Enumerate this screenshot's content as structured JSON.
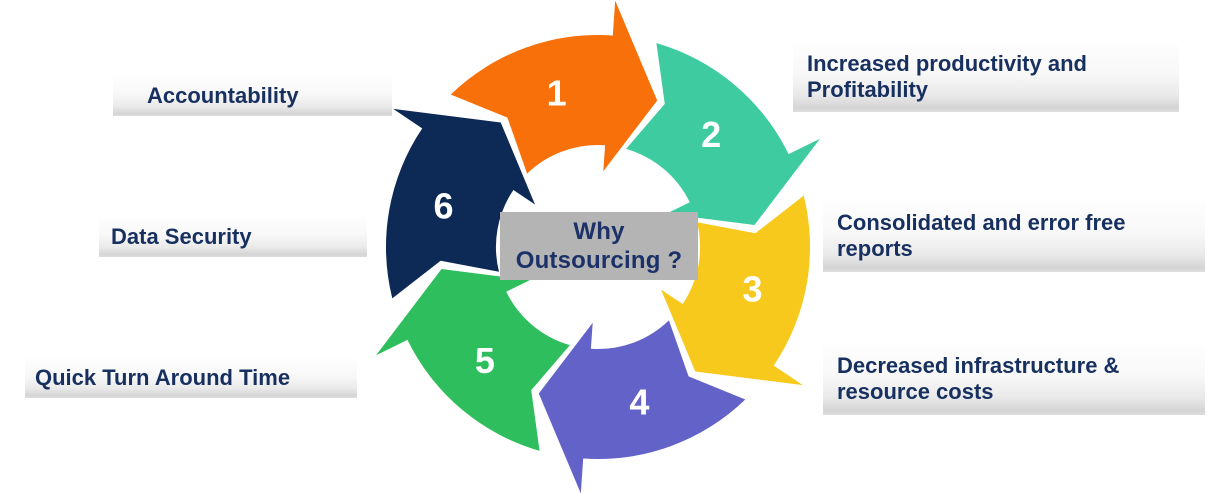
{
  "diagram": {
    "title": "Why Outsourcing ?",
    "center_label": {
      "line1": "Why",
      "line2": "Outsourcing ?"
    },
    "center_bg": "#b4b4b4",
    "center_text_color": "#1b3168",
    "arrows": [
      {
        "number": "1",
        "color": "#F8700A",
        "color_name": "orange"
      },
      {
        "number": "2",
        "color": "#3ECBA0",
        "color_name": "teal"
      },
      {
        "number": "3",
        "color": "#F8C91D",
        "color_name": "yellow"
      },
      {
        "number": "4",
        "color": "#6362C9",
        "color_name": "purple"
      },
      {
        "number": "5",
        "color": "#2FBE5D",
        "color_name": "green"
      },
      {
        "number": "6",
        "color": "#0D2A56",
        "color_name": "navy"
      }
    ]
  },
  "labels": [
    {
      "position": "top-left",
      "text": "Accountability"
    },
    {
      "position": "middle-left",
      "text": "Data Security"
    },
    {
      "position": "bottom-left",
      "text": "Quick Turn Around Time"
    },
    {
      "position": "top-right",
      "text": "Increased productivity and Profitability"
    },
    {
      "position": "middle-right",
      "text": "Consolidated and  error free reports"
    },
    {
      "position": "bottom-right",
      "text": "Decreased infrastructure & resource costs"
    }
  ],
  "label_text_color": "#17305f"
}
